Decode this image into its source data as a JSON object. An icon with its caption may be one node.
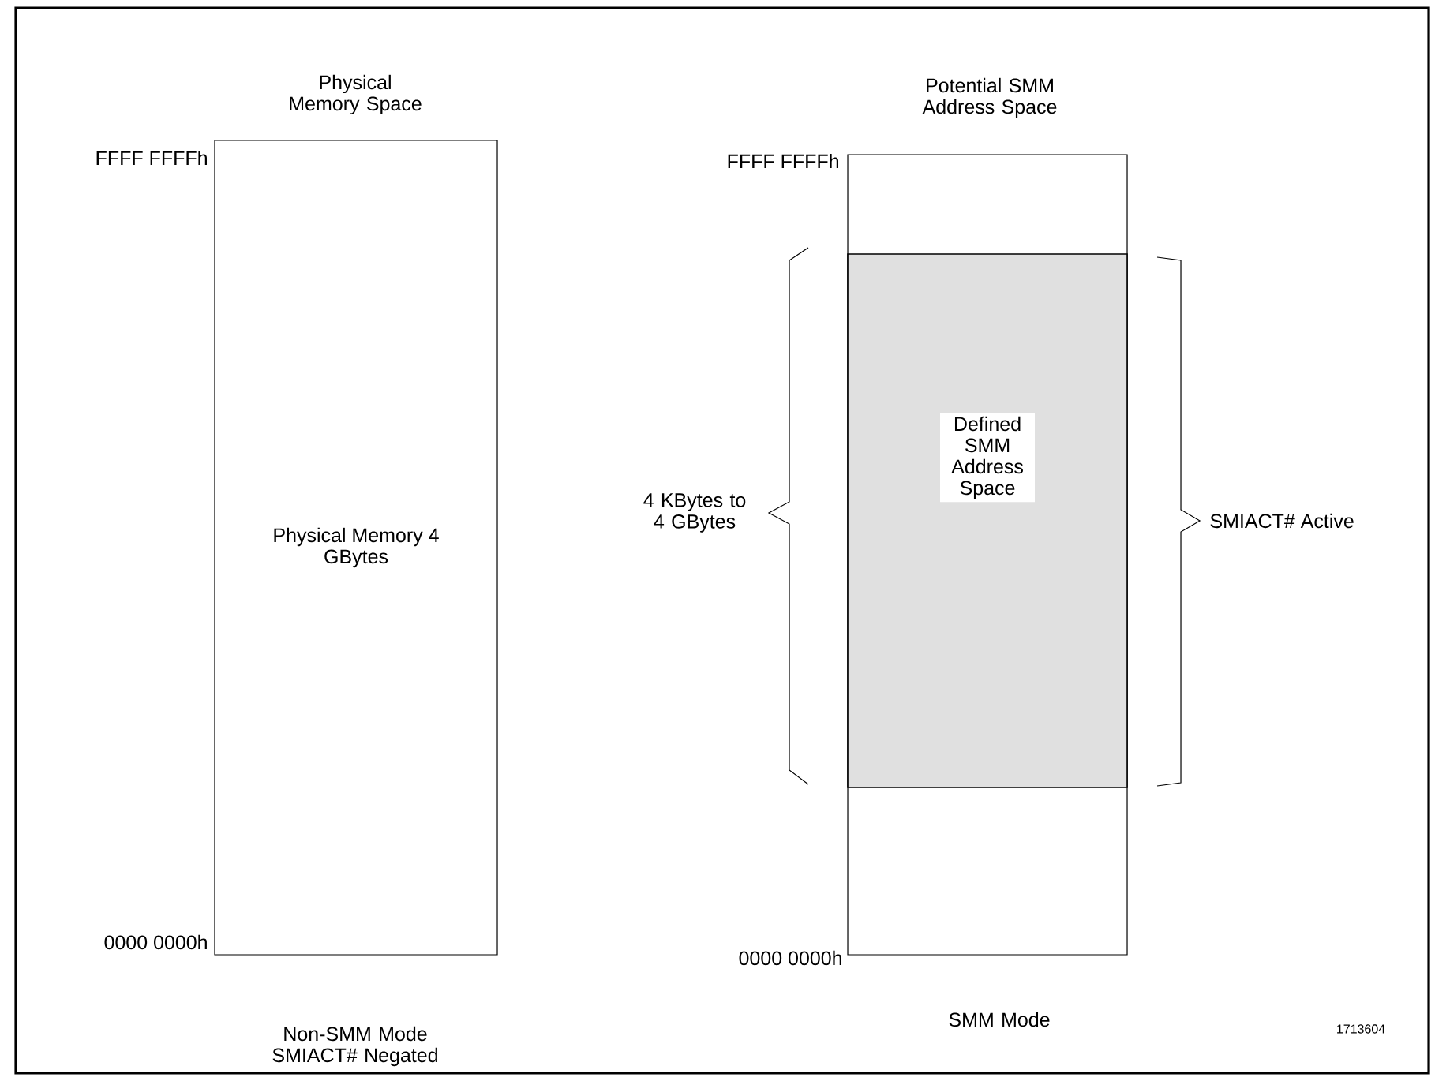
{
  "diagram": {
    "nodes": [
      {
        "text": [
          "Physical Memory Space",
          "Physical Memory 4 GBytes"
        ],
        "beside": [
          "Non-SMM Mode SMIACT# Negated"
        ]
      },
      {
        "text": [
          "Potential SMM Address Space"
        ],
        "beside": [
          "SMM Mode"
        ]
      },
      {
        "text": [
          "Defined SMM Address Space"
        ],
        "in": 1
      }
    ],
    "labels": [
      "FFFF FFFFh",
      "FFFF FFFFh",
      "4 KBytes to 4 GBytes",
      "SMIACT# Active",
      "0000 0000h",
      "0000 0000h",
      "1713604"
    ]
  }
}
